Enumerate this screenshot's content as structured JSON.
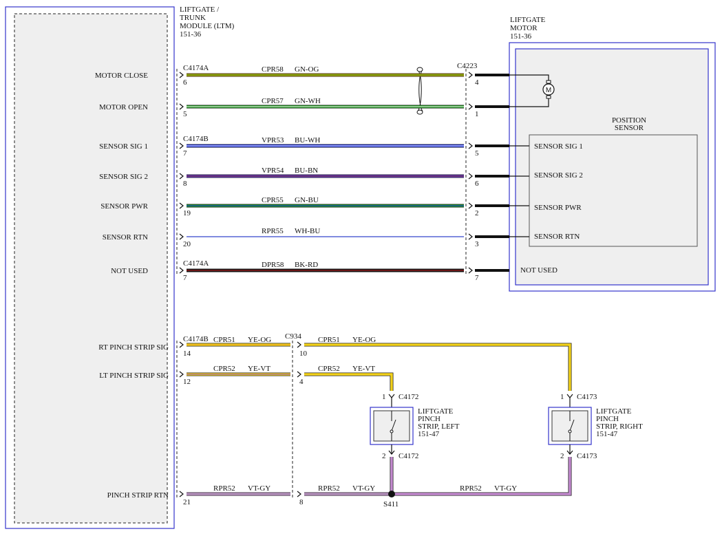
{
  "ltm": {
    "name_lines": [
      "LIFTGATE /",
      "TRUNK",
      "MODULE (LTM)",
      "151-36"
    ]
  },
  "motor": {
    "name_lines": [
      "LIFTGATE",
      "MOTOR",
      "151-36"
    ]
  },
  "position_sensor": {
    "name_lines": [
      "POSITION",
      "SENSOR"
    ],
    "pins": [
      "SENSOR SIG 1",
      "SENSOR SIG 2",
      "SENSOR PWR",
      "SENSOR RTN"
    ]
  },
  "motor_not_used": "NOT USED",
  "wires": [
    {
      "label": "MOTOR CLOSE",
      "left_connector": "C4174A",
      "left_pin": "6",
      "circuit": "CPR58",
      "color_code": "GN-OG",
      "right_connector": "C4223",
      "right_pin": "4",
      "stripe": "#c8a000",
      "stripe2": "#1f8f1f"
    },
    {
      "label": "MOTOR OPEN",
      "left_connector": "",
      "left_pin": "5",
      "circuit": "CPR57",
      "color_code": "GN-WH",
      "right_connector": "",
      "right_pin": "1",
      "stripe": "#1f9a1f",
      "stripe2": "#ffffff"
    },
    {
      "label": "SENSOR SIG 1",
      "left_connector": "C4174B",
      "left_pin": "7",
      "circuit": "VPR53",
      "color_code": "BU-WH",
      "right_connector": "",
      "right_pin": "5",
      "stripe": "#1a2ee0",
      "stripe2": "#ffffff"
    },
    {
      "label": "SENSOR SIG 2",
      "left_connector": "",
      "left_pin": "8",
      "circuit": "VPR54",
      "color_code": "BU-BN",
      "right_connector": "",
      "right_pin": "6",
      "stripe": "#5a2fc8",
      "stripe2": "#7a3a20"
    },
    {
      "label": "SENSOR PWR",
      "left_connector": "",
      "left_pin": "19",
      "circuit": "CPR55",
      "color_code": "GN-BU",
      "right_connector": "",
      "right_pin": "2",
      "stripe": "#1f9a1f",
      "stripe2": "#1a2ee0"
    },
    {
      "label": "SENSOR RTN",
      "left_connector": "",
      "left_pin": "20",
      "circuit": "RPR55",
      "color_code": "WH-BU",
      "right_connector": "",
      "right_pin": "3",
      "stripe": "#3344cc",
      "stripe2": "#ffffff"
    },
    {
      "label": "NOT USED",
      "left_connector": "C4174A",
      "left_pin": "7",
      "circuit": "DPR58",
      "color_code": "BK-RD",
      "right_connector": "",
      "right_pin": "7",
      "stripe": "#111111",
      "stripe2": "#cc2020"
    }
  ],
  "pinch": {
    "rt": {
      "label": "RT PINCH STRIP SIG",
      "left_connector": "C4174B",
      "left_pin": "14",
      "circuit_a": "CPR51",
      "color_a": "YE-OG",
      "splice_connector": "C934",
      "splice_pin": "10",
      "circuit_b": "CPR51",
      "color_b": "YE-OG"
    },
    "lt": {
      "label": "LT PINCH STRIP SIG",
      "left_pin": "12",
      "circuit_a": "CPR52",
      "color_a": "YE-VT",
      "splice_pin": "4",
      "circuit_b": "CPR52",
      "color_b": "YE-VT"
    },
    "rtn": {
      "label": "PINCH STRIP RTN",
      "left_pin": "21",
      "circuit_a": "RPR52",
      "color_a": "VT-GY",
      "splice_pin": "8",
      "circuit_b": "RPR52",
      "color_b": "VT-GY",
      "circuit_c": "RPR52",
      "color_c": "VT-GY",
      "splice_name": "S411"
    },
    "left_strip": {
      "name_lines": [
        "LIFTGATE",
        "PINCH",
        "STRIP, LEFT",
        "151-47"
      ],
      "top_pin": "1",
      "top_connector": "C4172",
      "bottom_pin": "2",
      "bottom_connector": "C4172"
    },
    "right_strip": {
      "name_lines": [
        "LIFTGATE",
        "PINCH",
        "STRIP, RIGHT",
        "151-47"
      ],
      "top_pin": "1",
      "top_connector": "C4173",
      "bottom_pin": "2",
      "bottom_connector": "C4173"
    }
  },
  "colors": {
    "yellow": "#f3d21a",
    "violet": "#c48ad0",
    "box_border": "#3333cc",
    "box_fill": "#efefef"
  }
}
